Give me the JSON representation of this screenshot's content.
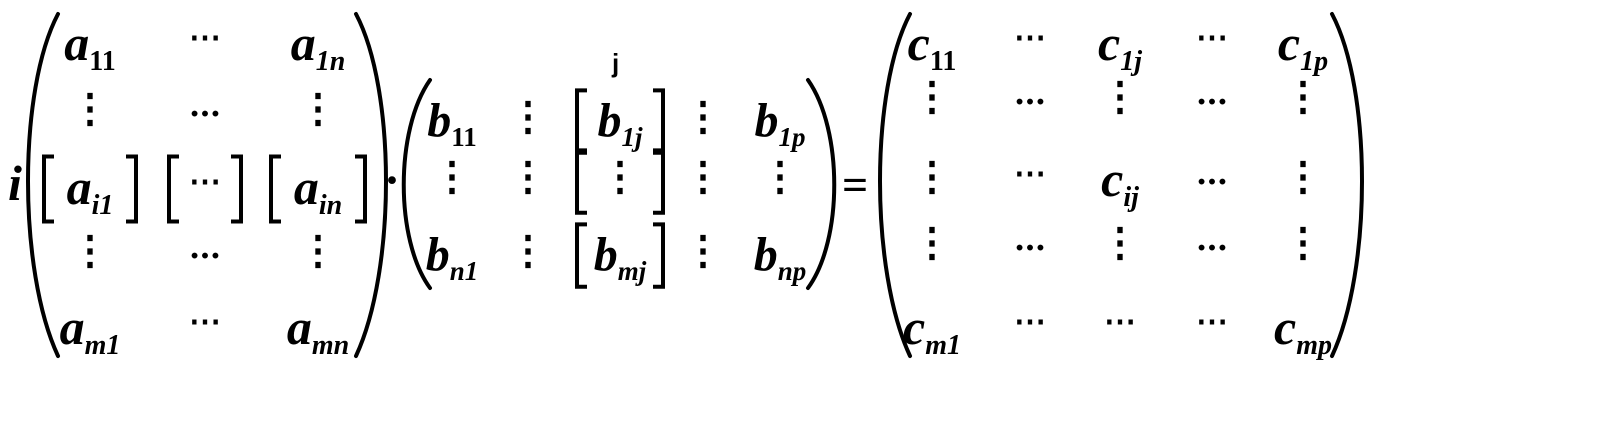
{
  "row_label": "i",
  "col_label": "j",
  "dot_operator": "·",
  "equals": "=",
  "matrixA": [
    [
      {
        "b": "a",
        "s": "11"
      },
      {
        "t": "⋯"
      },
      {
        "b": "a",
        "s": "1n"
      }
    ],
    [
      {
        "t": "⋮"
      },
      {
        "t": "…"
      },
      {
        "t": "⋮"
      }
    ],
    [
      {
        "b": "a",
        "s": "i1",
        "br": 1
      },
      {
        "t": "⋯",
        "br": 1
      },
      {
        "b": "a",
        "s": "in",
        "br": 1
      }
    ],
    [
      {
        "t": "⋮"
      },
      {
        "t": "…"
      },
      {
        "t": "⋮"
      }
    ],
    [
      {
        "b": "a",
        "s": "m1"
      },
      {
        "t": "⋯"
      },
      {
        "b": "a",
        "s": "mn"
      }
    ]
  ],
  "matrixB": [
    [
      {
        "b": "b",
        "s": "11"
      },
      {
        "t": "⋮"
      },
      {
        "b": "b",
        "s": "1j",
        "br": 1
      },
      {
        "t": "⋮"
      },
      {
        "b": "b",
        "s": "1p"
      }
    ],
    [
      {
        "t": "⋮"
      },
      {
        "t": "⋮"
      },
      {
        "t": "⋮",
        "br": 1
      },
      {
        "t": "⋮"
      },
      {
        "t": "⋮"
      }
    ],
    [
      {
        "b": "b",
        "s": "n1"
      },
      {
        "t": "⋮"
      },
      {
        "b": "b",
        "s": "mj",
        "br": 1
      },
      {
        "t": "⋮"
      },
      {
        "b": "b",
        "s": "np"
      }
    ]
  ],
  "matrixC": [
    [
      {
        "b": "c",
        "s": "11"
      },
      {
        "t": "⋯"
      },
      {
        "b": "c",
        "s": "1j"
      },
      {
        "t": "⋯"
      },
      {
        "b": "c",
        "s": "1p"
      }
    ],
    [
      {
        "t": "⋮"
      },
      {
        "t": "…"
      },
      {
        "t": "⋮"
      },
      {
        "t": "…"
      },
      {
        "t": "⋮"
      }
    ],
    [
      {
        "t": "⋮"
      },
      {
        "t": "⋯"
      },
      {
        "b": "c",
        "s": "ij"
      },
      {
        "t": "…"
      },
      {
        "t": "⋮"
      }
    ],
    [
      {
        "t": "⋮"
      },
      {
        "t": "…"
      },
      {
        "t": "⋮"
      },
      {
        "t": "…"
      },
      {
        "t": "⋮"
      }
    ],
    [
      {
        "b": "c",
        "s": "m1"
      },
      {
        "t": "⋯"
      },
      {
        "t": "⋯"
      },
      {
        "t": "⋯"
      },
      {
        "b": "c",
        "s": "mp"
      }
    ]
  ]
}
